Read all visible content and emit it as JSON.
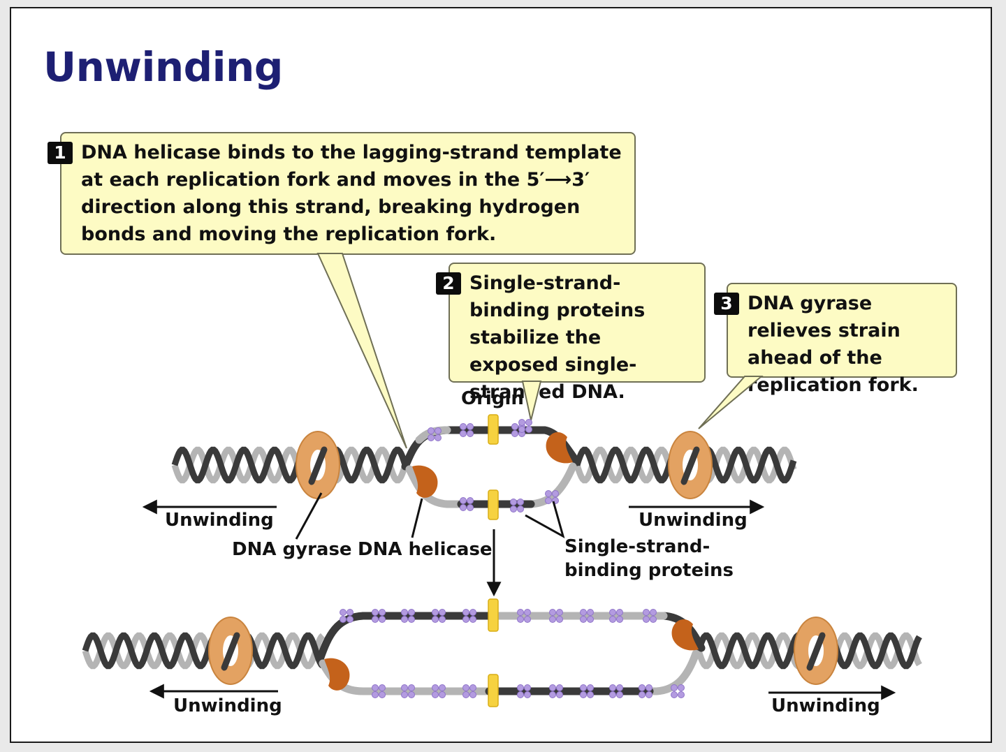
{
  "title": "Unwinding",
  "callouts": [
    {
      "number": "1",
      "text": "DNA helicase binds to the lagging-strand template at each replication fork and moves in the 5′⟶3′ direction along this strand, breaking hydrogen bonds and moving the replication fork."
    },
    {
      "number": "2",
      "text": "Single-strand-binding proteins stabilize the exposed single-stranded DNA."
    },
    {
      "number": "3",
      "text": "DNA gyrase relieves strain ahead of the replication fork."
    }
  ],
  "labels": {
    "origin": "Origin",
    "unwinding": "Unwinding",
    "dna_gyrase": "DNA gyrase",
    "dna_helicase": "DNA helicase",
    "ssb_line1": "Single-strand-",
    "ssb_line2": "binding proteins"
  },
  "colors": {
    "title": "#1d1f73",
    "callout_fill": "#fdfbc4",
    "gyrase": "#e3a262",
    "helicase": "#c4621b",
    "ssb": "#b39be0",
    "origin_marker": "#f6d240",
    "strand_dark": "#3a3a3a",
    "strand_light": "#b4b4b4"
  }
}
